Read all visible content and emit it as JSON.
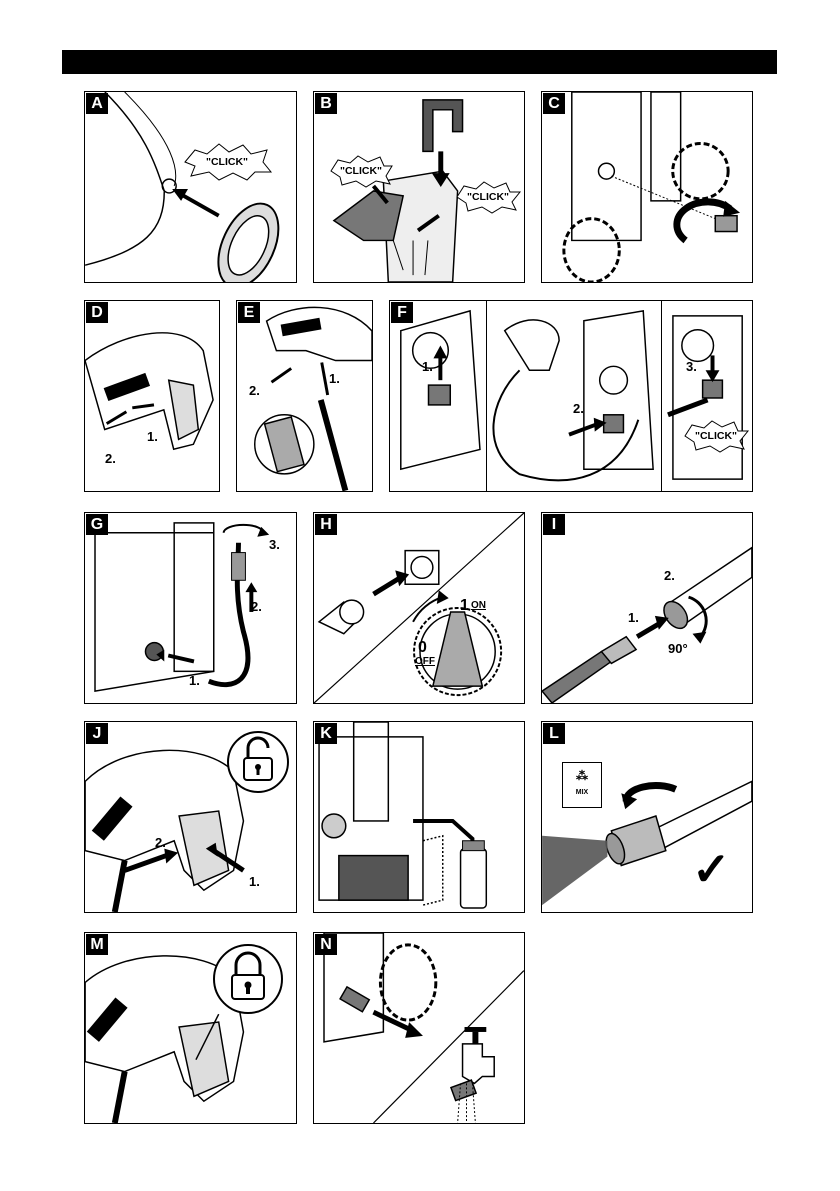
{
  "panels": {
    "a": {
      "tag": "A",
      "click": "\"CLICK\""
    },
    "b": {
      "tag": "B",
      "click_left": "\"CLICK\"",
      "click_right": "\"CLICK\""
    },
    "c": {
      "tag": "C"
    },
    "d": {
      "tag": "D",
      "step1": "1.",
      "step2": "2."
    },
    "e": {
      "tag": "E",
      "step1": "1.",
      "step2": "2."
    },
    "f": {
      "tag": "F",
      "step1": "1.",
      "step2": "2.",
      "step3": "3.",
      "click": "\"CLICK\""
    },
    "g": {
      "tag": "G",
      "step1": "1.",
      "step2": "2.",
      "step3": "3."
    },
    "h": {
      "tag": "H",
      "on_num": "1",
      "on_text": "ON",
      "off_num": "0",
      "off_text": "OFF"
    },
    "i": {
      "tag": "I",
      "step1": "1.",
      "step2": "2.",
      "angle": "90°"
    },
    "j": {
      "tag": "J",
      "step1": "1.",
      "step2": "2."
    },
    "k": {
      "tag": "K"
    },
    "l": {
      "tag": "L",
      "mix": "MIX",
      "check": "✓"
    },
    "m": {
      "tag": "M"
    },
    "n": {
      "tag": "N"
    }
  },
  "icons": {
    "unlock": "padlock-open-icon",
    "lock": "padlock-closed-icon",
    "mix": "detergent-mix-icon",
    "check": "checkmark-icon"
  }
}
